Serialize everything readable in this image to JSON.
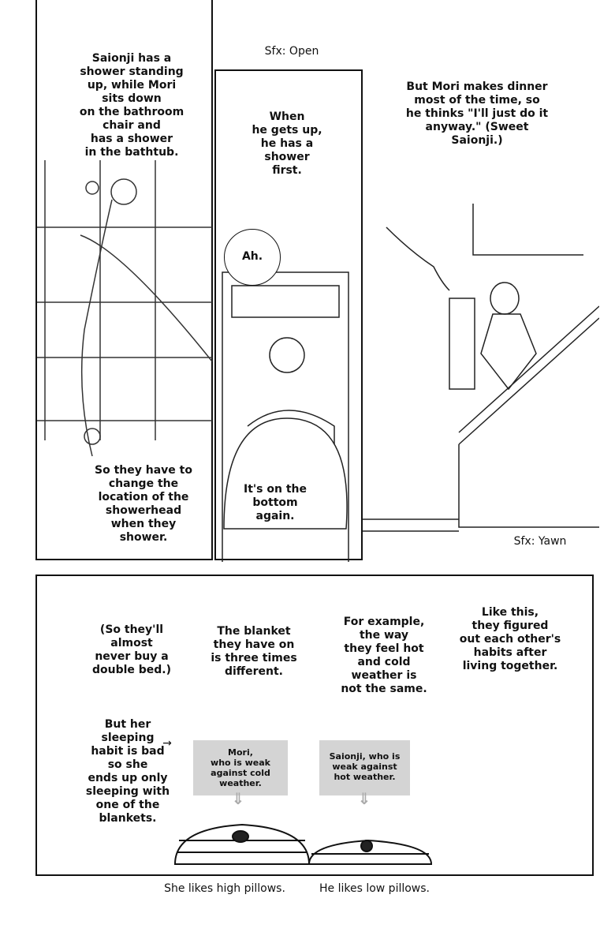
{
  "panel1": {
    "caption_top": "Saionji has a\nshower standing\nup, while Mori\nsits down\non the bathroom\nchair and\nhas a shower\nin the bathtub.",
    "caption_bottom": "So they have to\nchange the\nlocation of the\nshowerhead\nwhen they\nshower."
  },
  "panel2": {
    "sfx": "Sfx: Open",
    "caption_top": "When\nhe gets up,\nhe has a\nshower\nfirst.",
    "speech": "Ah.",
    "caption_bottom": "It's on the\nbottom\nagain."
  },
  "panel3": {
    "caption": "But Mori makes dinner\nmost of the time, so\nhe thinks \"I'll just do it\nanyway.\" (Sweet\nSaionji.)",
    "sfx": "Sfx: Yawn"
  },
  "panel4": {
    "note1": "(So they'll\nalmost\nnever buy a\ndouble bed.)",
    "note2": "The blanket\nthey have on\nis three times\ndifferent.",
    "note3": "For example,\nthe way\nthey feel hot\nand cold\nweather is\nnot the same.",
    "note4": "Like this,\nthey figured\nout each other's\nhabits after\nliving together.",
    "note5": "But her\nsleeping\nhabit is bad\nso she\nends up only\nsleeping with\none of the\nblankets.",
    "label_mori": "Mori,\nwho is weak\nagainst cold\nweather.",
    "label_saionji": "Saionji, who is\nweak against\nhot weather."
  },
  "captions": {
    "left": "She likes high pillows.",
    "right": "He likes low pillows."
  }
}
